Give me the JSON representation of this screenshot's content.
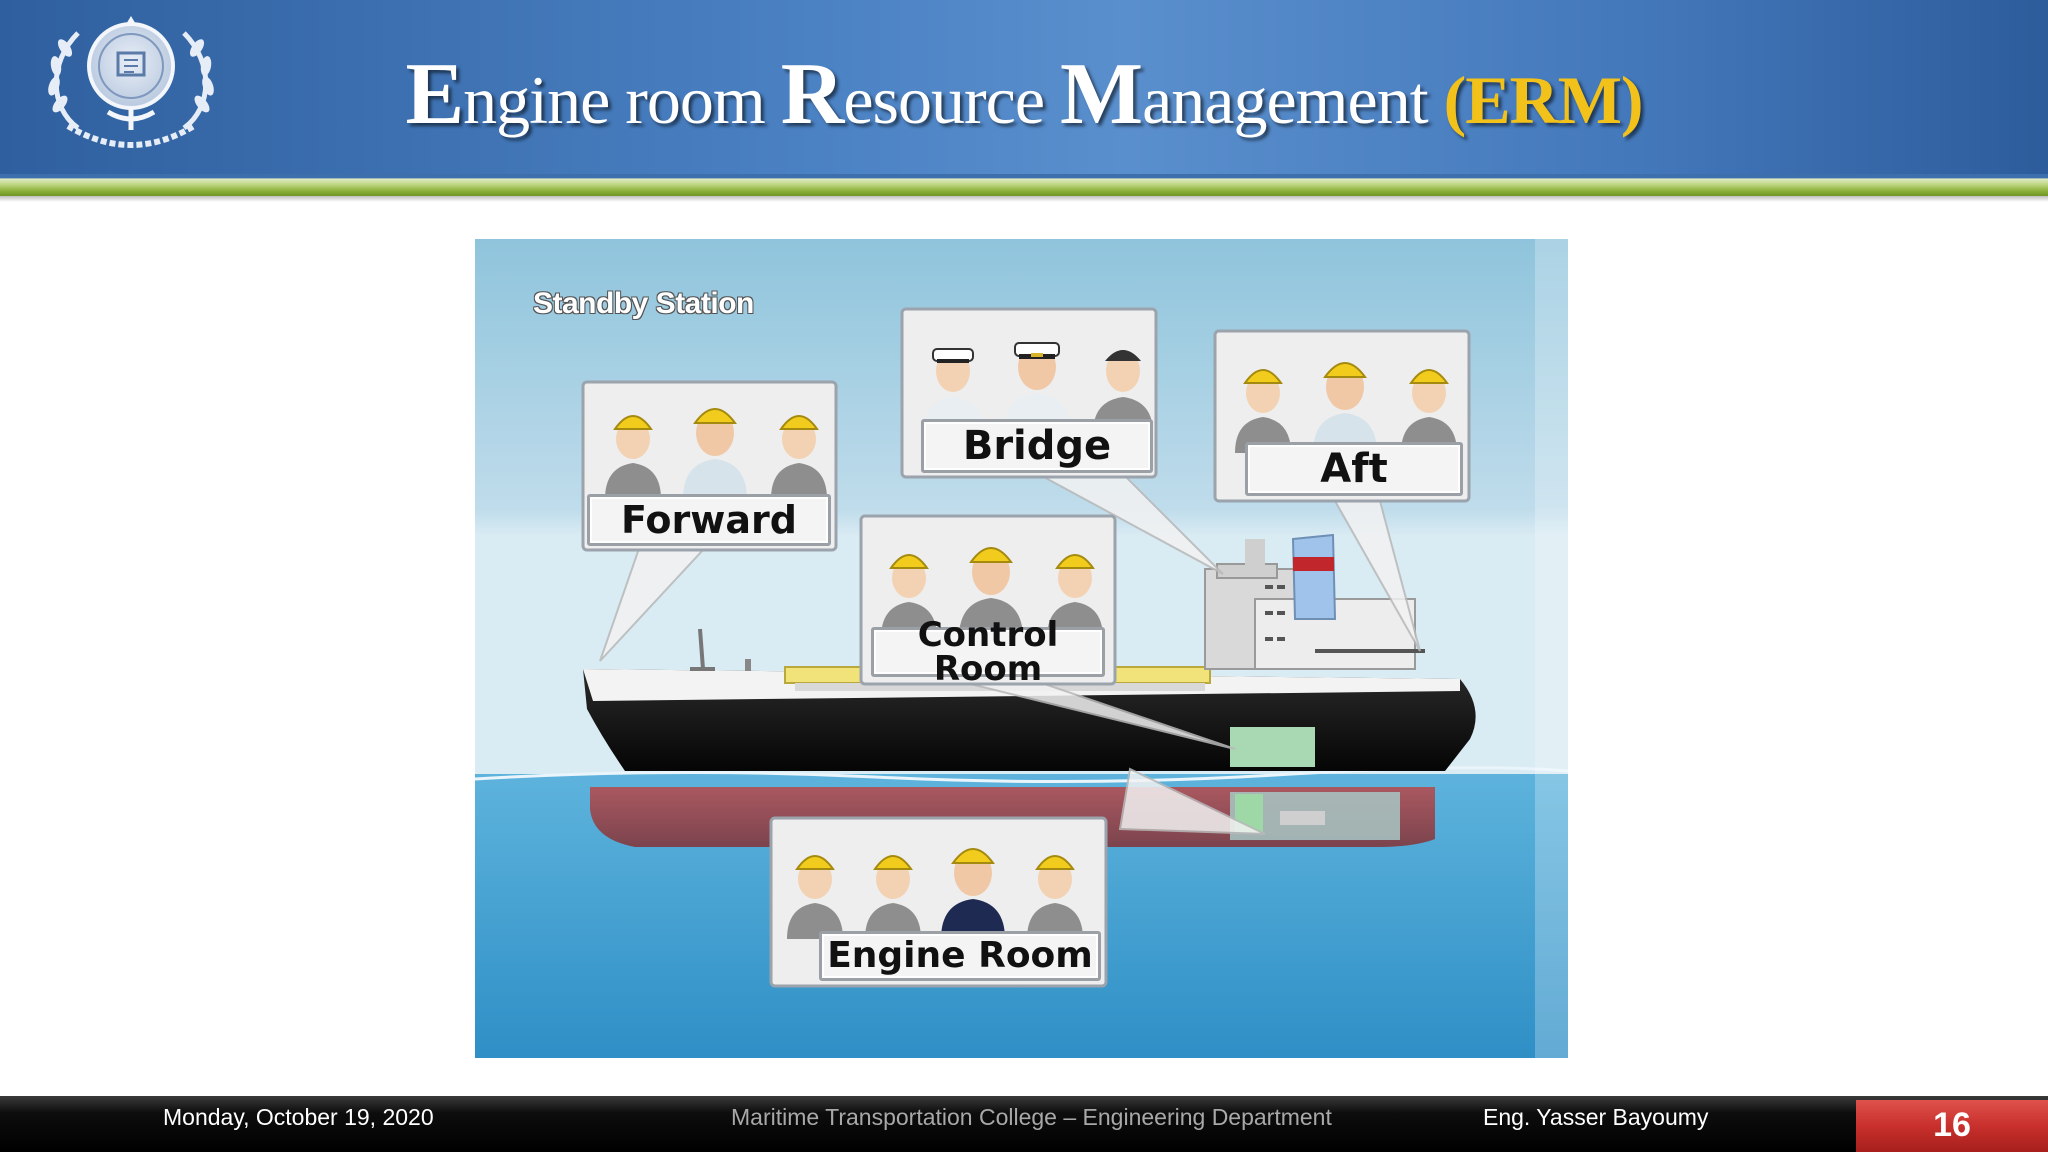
{
  "slide": {
    "title_parts": [
      {
        "text": "E",
        "style": "cap"
      },
      {
        "text": "ngine room ",
        "style": "normal"
      },
      {
        "text": "R",
        "style": "cap"
      },
      {
        "text": "esource ",
        "style": "normal"
      },
      {
        "text": "M",
        "style": "cap"
      },
      {
        "text": "anagement ",
        "style": "normal"
      },
      {
        "text": "(ERM)",
        "style": "erm"
      }
    ],
    "logo_icon": "academy-emblem-icon"
  },
  "illustration": {
    "heading": "Standby Station",
    "stations": {
      "forward": "Forward",
      "bridge": "Bridge",
      "aft": "Aft",
      "control_room": "Control Room",
      "engine_room": "Engine Room"
    }
  },
  "footer": {
    "date": "Monday, October 19, 2020",
    "center": "Maritime Transportation College – Engineering Department",
    "author": "Eng. Yasser Bayoumy",
    "page_number": "16"
  },
  "colors": {
    "header_blue": "#4b82c4",
    "stripe_green": "#8fb33d",
    "erm_gold": "#f2c21b",
    "page_badge_red": "#c8302c",
    "sea_blue": "#3f9fcf",
    "helmet_yellow": "#f2cc1c"
  }
}
